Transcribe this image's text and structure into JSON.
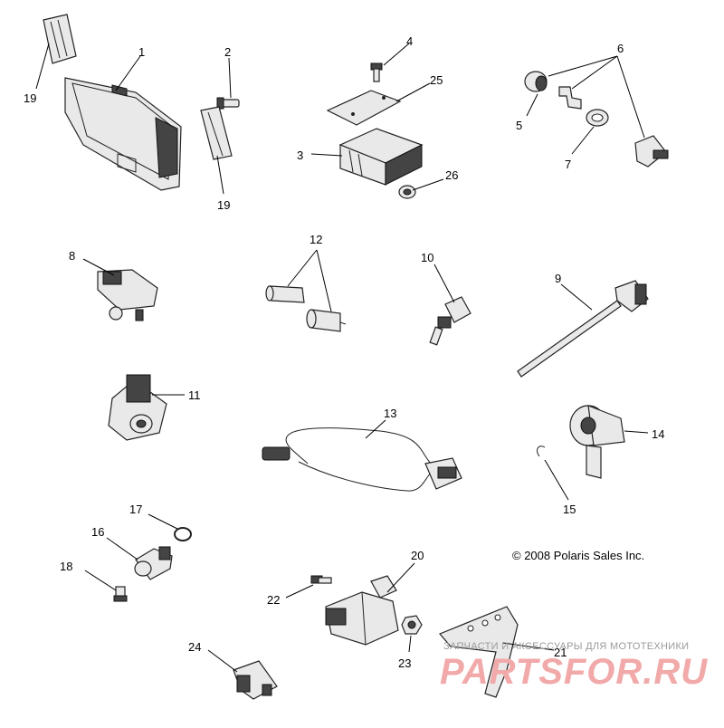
{
  "callouts": [
    {
      "id": "1",
      "label": "1"
    },
    {
      "id": "2",
      "label": "2"
    },
    {
      "id": "3",
      "label": "3"
    },
    {
      "id": "4",
      "label": "4"
    },
    {
      "id": "5",
      "label": "5"
    },
    {
      "id": "6",
      "label": "6"
    },
    {
      "id": "7",
      "label": "7"
    },
    {
      "id": "8",
      "label": "8"
    },
    {
      "id": "9",
      "label": "9"
    },
    {
      "id": "10",
      "label": "10"
    },
    {
      "id": "11",
      "label": "11"
    },
    {
      "id": "12",
      "label": "12"
    },
    {
      "id": "13",
      "label": "13"
    },
    {
      "id": "14",
      "label": "14"
    },
    {
      "id": "15",
      "label": "15"
    },
    {
      "id": "16",
      "label": "16"
    },
    {
      "id": "17",
      "label": "17"
    },
    {
      "id": "18",
      "label": "18"
    },
    {
      "id": "19a",
      "label": "19"
    },
    {
      "id": "19b",
      "label": "19"
    },
    {
      "id": "20",
      "label": "20"
    },
    {
      "id": "21",
      "label": "21"
    },
    {
      "id": "22",
      "label": "22"
    },
    {
      "id": "23",
      "label": "23"
    },
    {
      "id": "24",
      "label": "24"
    },
    {
      "id": "25",
      "label": "25"
    },
    {
      "id": "26",
      "label": "26"
    }
  ],
  "copyright": "© 2008 Polaris Sales Inc.",
  "watermark": {
    "tagline": "ЗАПЧАСТИ И АКСЕССУАРЫ ДЛЯ МОТОТЕХНИКИ",
    "logo": "PARTSFOR.RU"
  }
}
